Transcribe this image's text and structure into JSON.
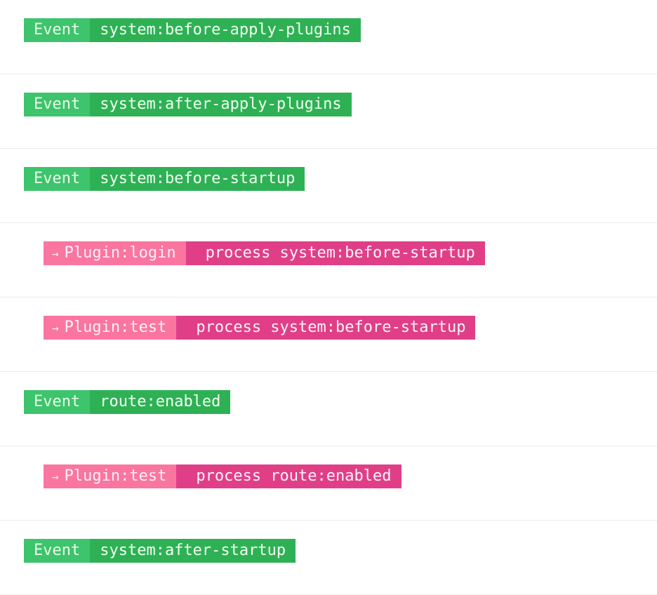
{
  "colors": {
    "event_label_bg": "#3dc46d",
    "event_value_bg": "#2eb155",
    "plugin_label_bg": "#fb75a1",
    "plugin_value_bg": "#e03f88",
    "divider": "#ececec"
  },
  "log": [
    {
      "type": "event",
      "label": "Event",
      "value": "system:before-apply-plugins"
    },
    {
      "type": "event",
      "label": "Event",
      "value": "system:after-apply-plugins"
    },
    {
      "type": "event",
      "label": "Event",
      "value": "system:before-startup"
    },
    {
      "type": "plugin",
      "arrow": "→",
      "label": "Plugin:login",
      "value": "process system:before-startup"
    },
    {
      "type": "plugin",
      "arrow": "→",
      "label": "Plugin:test",
      "value": "process system:before-startup"
    },
    {
      "type": "event",
      "label": "Event",
      "value": "route:enabled"
    },
    {
      "type": "plugin",
      "arrow": "→",
      "label": "Plugin:test",
      "value": "process route:enabled"
    },
    {
      "type": "event",
      "label": "Event",
      "value": "system:after-startup"
    }
  ]
}
